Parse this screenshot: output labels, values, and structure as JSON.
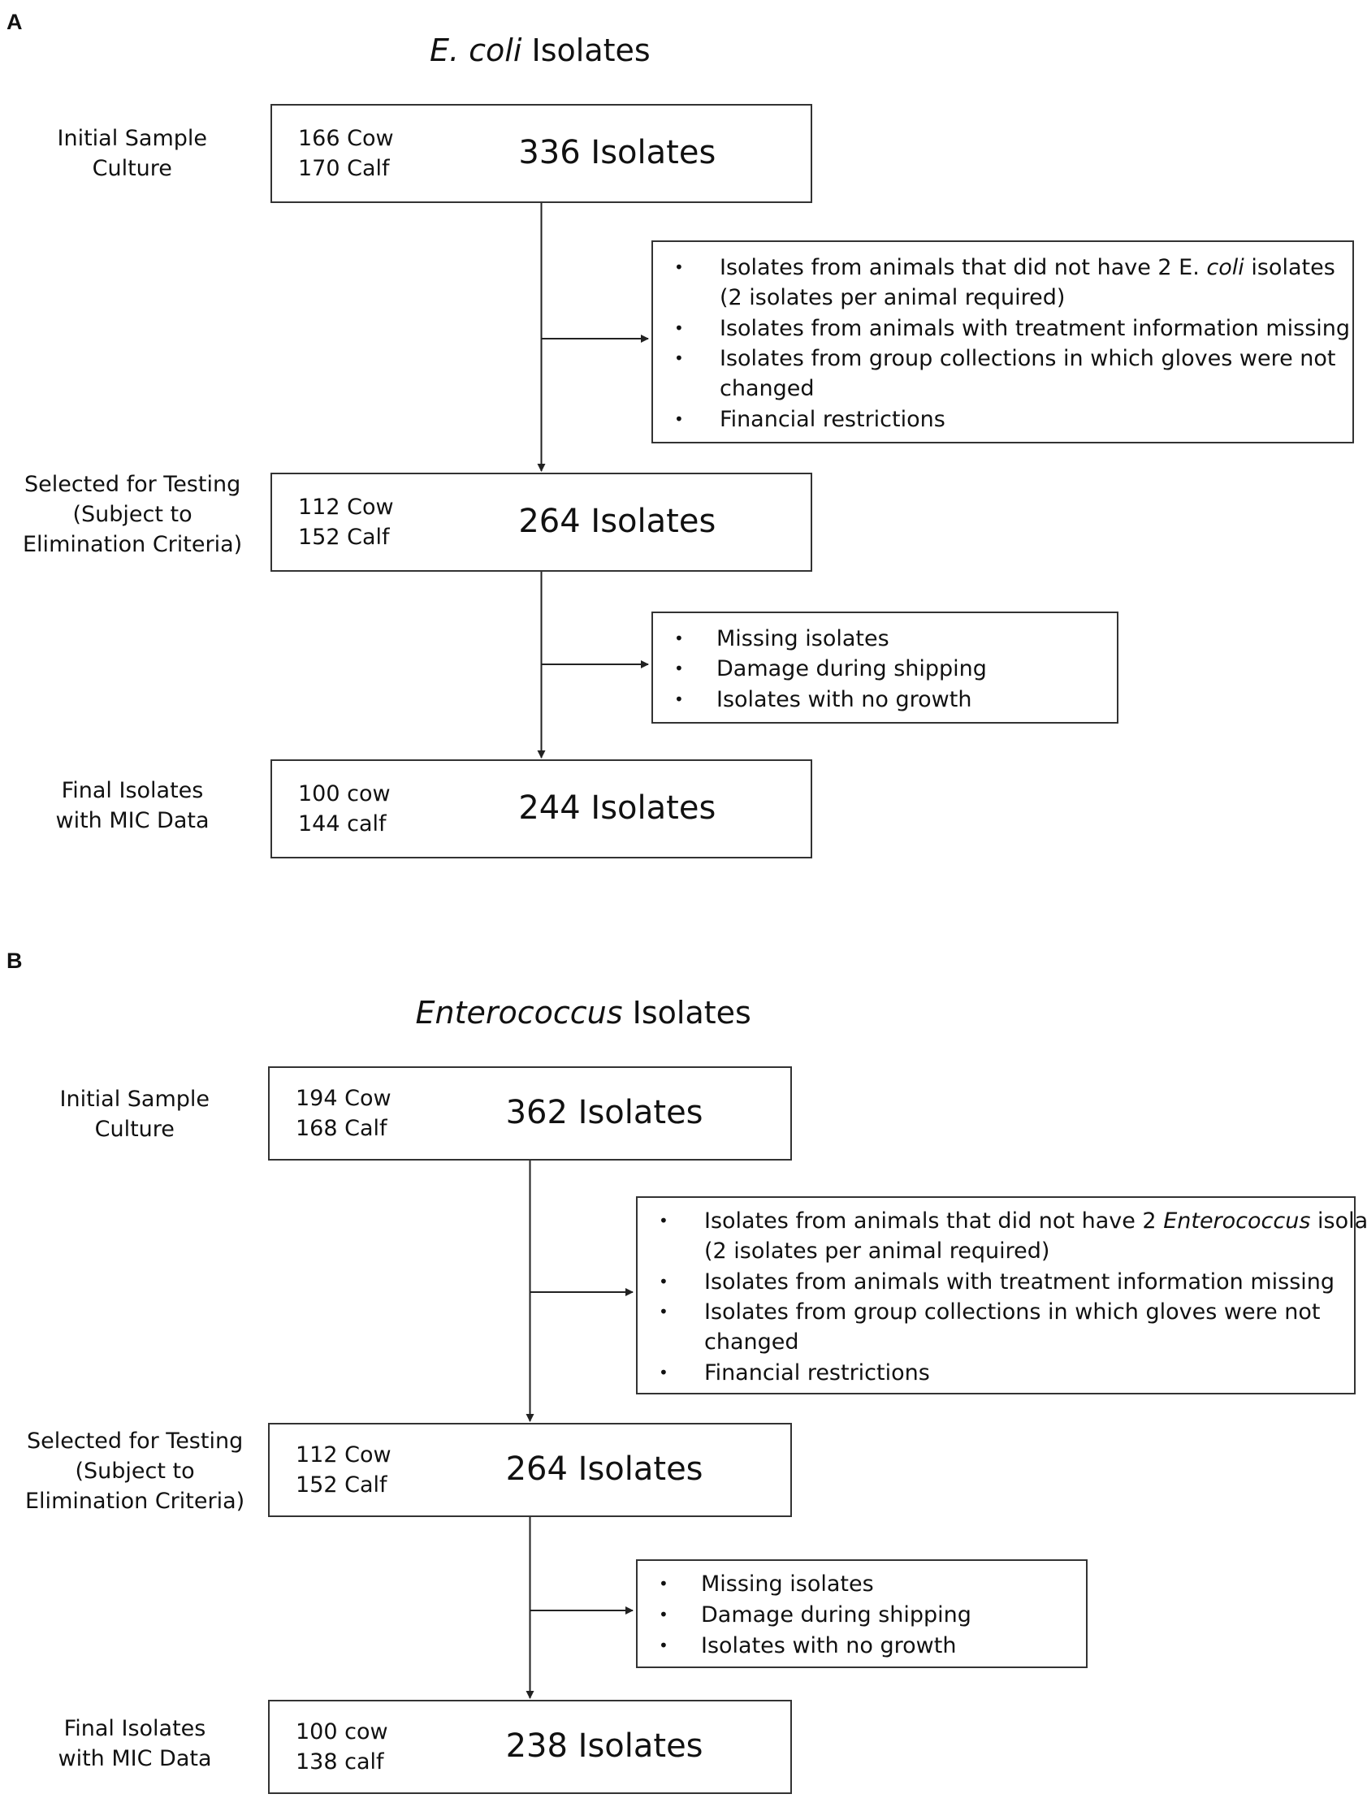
{
  "panels": [
    {
      "letter": "A",
      "title_italic": "E. coli",
      "title_rest": " Isolates",
      "stages": [
        {
          "label_lines": [
            "Initial Sample",
            "Culture"
          ],
          "counts": [
            "166 Cow",
            "170 Calf"
          ],
          "total": "336 Isolates"
        },
        {
          "label_lines": [
            "Selected for Testing",
            "(Subject to",
            "Elimination Criteria)"
          ],
          "counts": [
            "112 Cow",
            "152 Calf"
          ],
          "total": "264 Isolates"
        },
        {
          "label_lines": [
            "Final Isolates",
            "with MIC Data"
          ],
          "counts": [
            "100 cow",
            "144 calf"
          ],
          "total": "244 Isolates"
        }
      ],
      "exclusions": [
        {
          "items": [
            {
              "pre": "Isolates from animals that did not have 2 E. ",
              "em": "coli",
              "post": " isolates"
            },
            {
              "pre": " (2 isolates per animal required)",
              "em": "",
              "post": "",
              "continuation": true
            },
            {
              "pre": "Isolates from animals with treatment information missing",
              "em": "",
              "post": ""
            },
            {
              "pre": "Isolates from group collections in which gloves were not",
              "em": "",
              "post": ""
            },
            {
              "pre": "changed",
              "em": "",
              "post": "",
              "continuation": true
            },
            {
              "pre": "Financial restrictions",
              "em": "",
              "post": ""
            }
          ]
        },
        {
          "items": [
            {
              "pre": "Missing isolates",
              "em": "",
              "post": ""
            },
            {
              "pre": "Damage during shipping",
              "em": "",
              "post": ""
            },
            {
              "pre": "Isolates with no growth",
              "em": "",
              "post": ""
            }
          ]
        }
      ]
    },
    {
      "letter": "B",
      "title_italic": "Enterococcus",
      "title_rest": " Isolates",
      "stages": [
        {
          "label_lines": [
            "Initial Sample",
            "Culture"
          ],
          "counts": [
            "194 Cow",
            "168 Calf"
          ],
          "total": "362 Isolates"
        },
        {
          "label_lines": [
            "Selected for Testing",
            "(Subject to",
            "Elimination Criteria)"
          ],
          "counts": [
            "112 Cow",
            "152 Calf"
          ],
          "total": "264 Isolates"
        },
        {
          "label_lines": [
            "Final Isolates",
            "with MIC Data"
          ],
          "counts": [
            "100 cow",
            "138 calf"
          ],
          "total": "238 Isolates"
        }
      ],
      "exclusions": [
        {
          "items": [
            {
              "pre": "Isolates from animals that did not have 2 ",
              "em": "Enterococcus",
              "post": " isolates"
            },
            {
              "pre": " (2 isolates per animal required)",
              "em": "",
              "post": "",
              "continuation": true
            },
            {
              "pre": "Isolates from animals with treatment information missing",
              "em": "",
              "post": ""
            },
            {
              "pre": "Isolates from group collections in which gloves were not",
              "em": "",
              "post": ""
            },
            {
              "pre": "changed",
              "em": "",
              "post": "",
              "continuation": true
            },
            {
              "pre": "Financial restrictions",
              "em": "",
              "post": ""
            }
          ]
        },
        {
          "items": [
            {
              "pre": "Missing isolates",
              "em": "",
              "post": ""
            },
            {
              "pre": "Damage during shipping",
              "em": "",
              "post": ""
            },
            {
              "pre": "Isolates with no growth",
              "em": "",
              "post": ""
            }
          ]
        }
      ]
    }
  ]
}
